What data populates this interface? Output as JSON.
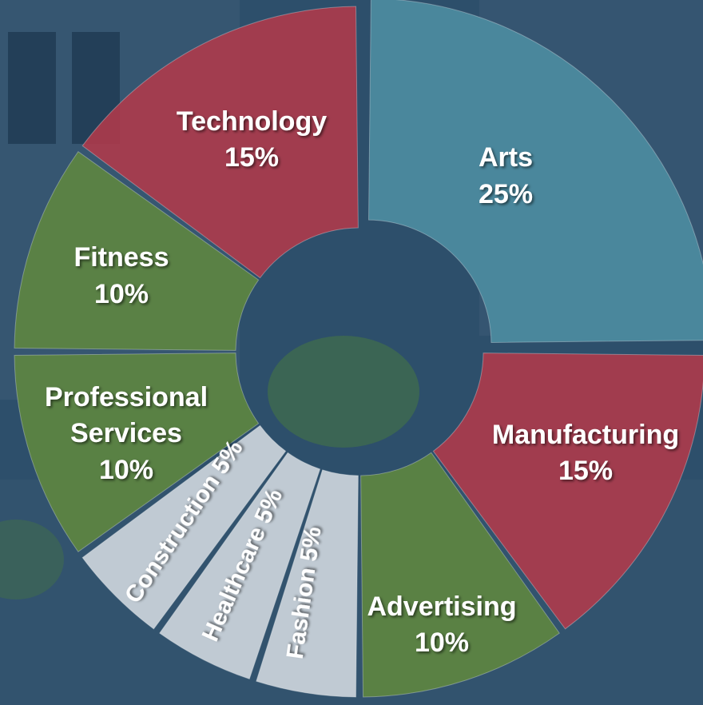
{
  "chart_data": {
    "type": "pie",
    "variant": "donut",
    "exploded_slice": "Arts",
    "slices": [
      {
        "label": "Arts",
        "value": 25,
        "value_label": "25%",
        "color": "#4e8fa3"
      },
      {
        "label": "Manufacturing",
        "value": 15,
        "value_label": "15%",
        "color": "#b23a4b"
      },
      {
        "label": "Advertising",
        "value": 10,
        "value_label": "10%",
        "color": "#60883f"
      },
      {
        "label": "Fashion",
        "value": 5,
        "value_label": "5%",
        "color": "#cdd5dc"
      },
      {
        "label": "Healthcare",
        "value": 5,
        "value_label": "5%",
        "color": "#cdd5dc"
      },
      {
        "label": "Construction",
        "value": 5,
        "value_label": "5%",
        "color": "#cdd5dc"
      },
      {
        "label": "Professional Services",
        "label_lines": [
          "Professional",
          "Services"
        ],
        "value": 10,
        "value_label": "10%",
        "color": "#60883f"
      },
      {
        "label": "Fitness",
        "value": 10,
        "value_label": "10%",
        "color": "#60883f"
      },
      {
        "label": "Technology",
        "value": 15,
        "value_label": "15%",
        "color": "#b23a4b"
      }
    ]
  },
  "background": {
    "base_color": "#2d4f6b",
    "building_color": "#3a5a74",
    "window_color": "#1f3a52",
    "tree_color": "#3f6a4f"
  }
}
